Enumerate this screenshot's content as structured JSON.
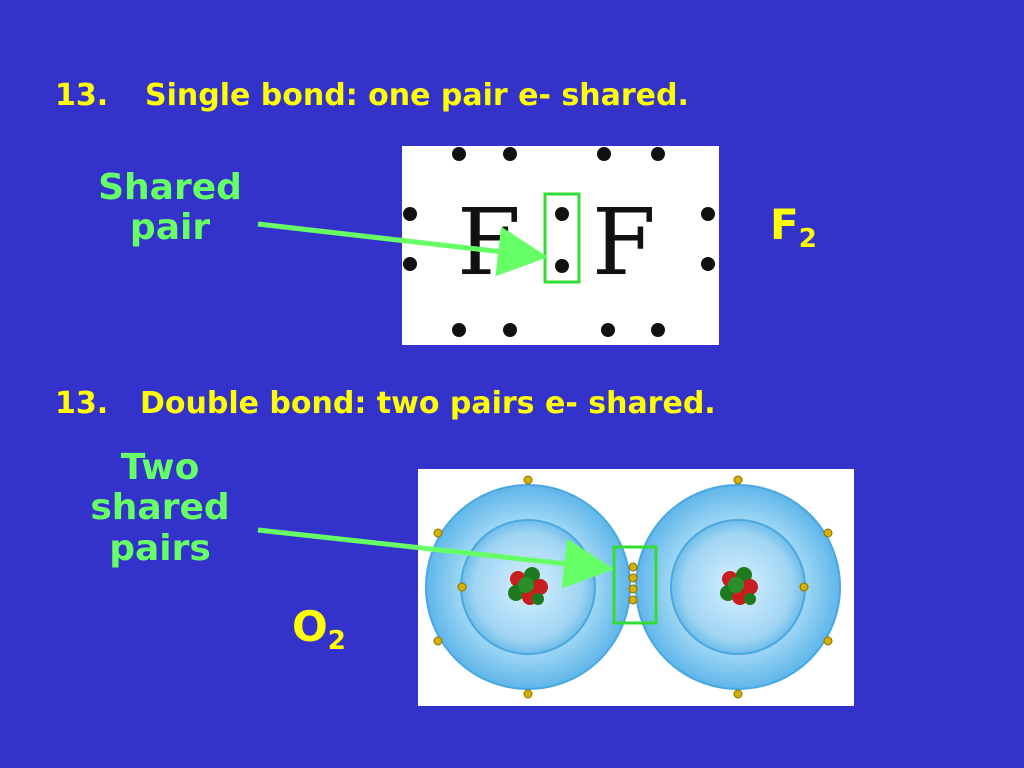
{
  "single_bond": {
    "number": "13.",
    "text": "Single bond: one pair e- shared.",
    "callout_line1": "Shared",
    "callout_line2": "pair",
    "formula_symbol": "F",
    "formula_subscript": "2",
    "atom_left": "F",
    "atom_right": "F"
  },
  "double_bond": {
    "number": "13.",
    "text": "Double bond: two pairs e- shared.",
    "callout_line1": "Two",
    "callout_line2": "shared",
    "callout_line3": "pairs",
    "formula_symbol": "O",
    "formula_subscript": "2"
  },
  "colors": {
    "background": "#3333cc",
    "heading": "#ffff00",
    "callout": "#66ff66",
    "arrow": "#66ff66",
    "electron_dot": "#111111",
    "o2_electron": "#d4b000"
  }
}
